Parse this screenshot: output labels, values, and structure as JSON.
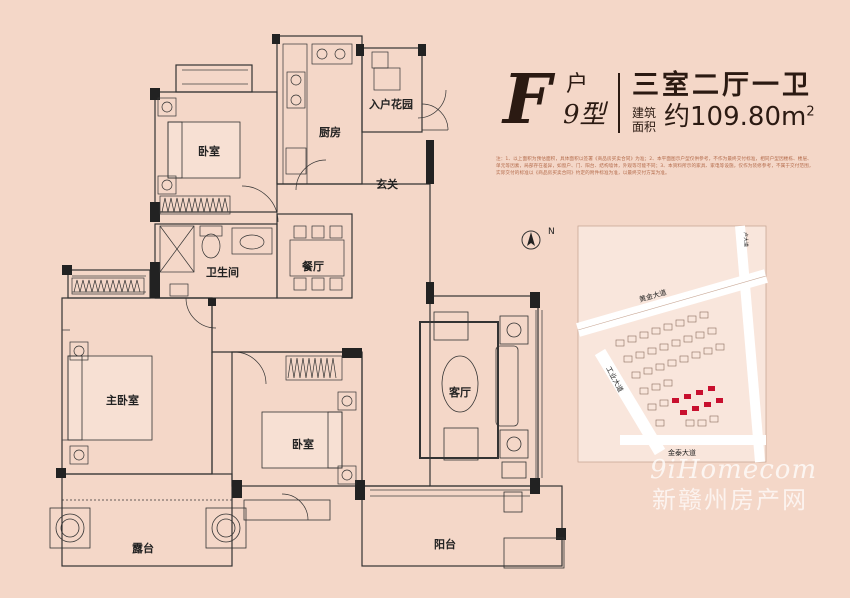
{
  "header": {
    "unit_letter": "F",
    "unit_hu": "户",
    "unit_type": "9型",
    "layout": "三室二厅一卫",
    "area_label": "建筑面积",
    "area_prefix": "约",
    "area_value": "109.80m",
    "area_sup": "2"
  },
  "note": "注：1、以上面积为预估面积，具体面积以签署《商品房买卖合同》为准；2、本平面图示户型仅供参考，不作为最终交付标准，相同户型因楼栋、楼层、单元等因素，局部存在差异，如窗户、门、阳台、结构墙体，外观等可能不同；3、本资料所示的家具、家电等设施，仅作为装修参考，不属于交付范围，实际交付的标准以《商品房买卖合同》约定的附件标准为准，以最终交付方案为准。",
  "rooms": {
    "bedroom_n": "卧室",
    "kitchen": "厨房",
    "entry_garden": "入户花园",
    "foyer": "玄关",
    "bathroom": "卫生间",
    "dining": "餐厅",
    "master_bedroom": "主卧室",
    "bedroom_s": "卧室",
    "living": "客厅",
    "terrace": "露台",
    "balcony": "阳台"
  },
  "compass": {
    "label": "N"
  },
  "site_map": {
    "road_north": "黄金大道",
    "road_west": "工业大道",
    "road_south": "金泰大道",
    "road_east": "卢大道"
  },
  "watermark": {
    "script": "9iHomecom",
    "cn": "新赣州房产网"
  },
  "colors": {
    "background": "#f4d7c8",
    "wall": "#222222",
    "highlight": "#c8102e"
  }
}
